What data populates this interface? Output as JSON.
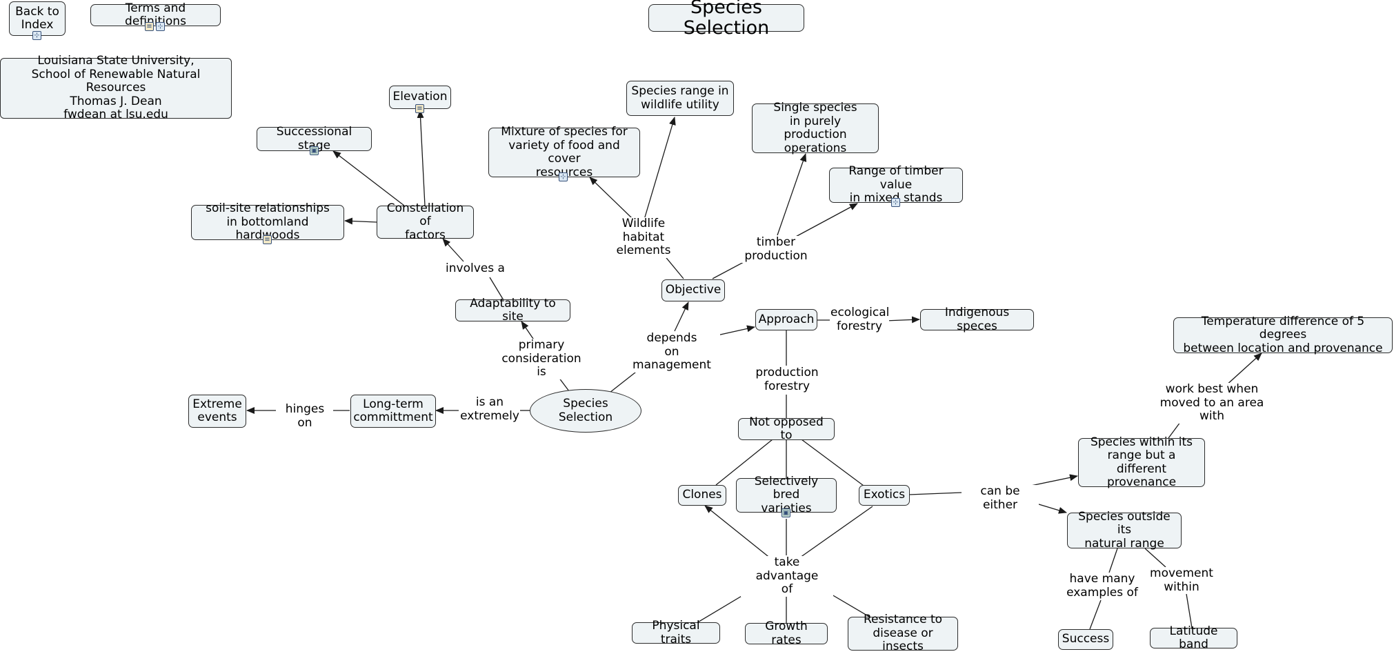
{
  "nav": {
    "back_to_index": "Back to\nIndex",
    "terms": "Terms and definitions"
  },
  "title": "Species Selection",
  "credit": "Louisiana State University,\nSchool of Renewable Natural Resources\nThomas J. Dean\nfwdean at lsu.edu",
  "nodes": {
    "species_selection": "Species Selection",
    "long_term": "Long-term\ncommittment",
    "extreme_events": "Extreme\nevents",
    "adaptability": "Adaptability to site",
    "constellation": "Constellation of\nfactors",
    "soil_site": "soil-site relationships\nin bottomland hardwoods",
    "successional": "Successional stage",
    "elevation": "Elevation",
    "objective": "Objective",
    "mixture": "Mixture of species for\nvariety of food and cover\nresources",
    "species_range_wildlife": "Species range in\nwildlife utility",
    "single_species": "Single species\nin purely production\noperations",
    "timber_value": "Range of timber value\nin mixed stands",
    "approach": "Approach",
    "indigenous": "Indigenous speces",
    "not_opposed": "Not opposed to",
    "clones": "Clones",
    "selectively_bred": "Selectively bred\nvarieties",
    "exotics": "Exotics",
    "physical_traits": "Physical traits",
    "growth_rates": "Growth rates",
    "resistance": "Resistance to\ndisease or insects",
    "within_range": "Species within its\nrange but a different\nprovenance",
    "outside_range": "Species outside its\nnatural range",
    "temperature": "Temperature difference of 5 degrees\nbetween location and provenance",
    "success": "Success",
    "latitude": "Latitude band"
  },
  "links": {
    "hinges_on": "hinges on",
    "is_an_extremely": "is an\nextremely",
    "primary_consideration": "primary consideration\nis",
    "involves_a": "involves a",
    "depends_on_management": "depends\non management",
    "wildlife_habitat": "Wildlife habitat\nelements",
    "timber_production": "timber production",
    "ecological_forestry": "ecological\nforestry",
    "production_forestry": "production\nforestry",
    "take_advantage": "take advantage\nof",
    "can_be_either": "can be either",
    "work_best_when": "work best when\nmoved to an area with",
    "have_many_examples": "have many\nexamples of",
    "movement_within": "movement\nwithin"
  },
  "colors": {
    "node_fill": "#eef3f5",
    "node_border": "#2b2b2b",
    "line": "#1a1a1a",
    "background": "#ffffff"
  },
  "icons": {
    "back_to_index": "concept-map-icon",
    "terms_doc": "document-icon",
    "terms_map": "concept-map-icon",
    "elevation": "document-icon",
    "successional": "image-icon",
    "soil_site": "document-icon",
    "mixture": "concept-map-icon",
    "timber_value": "concept-map-icon",
    "selectively_bred": "image-icon"
  }
}
